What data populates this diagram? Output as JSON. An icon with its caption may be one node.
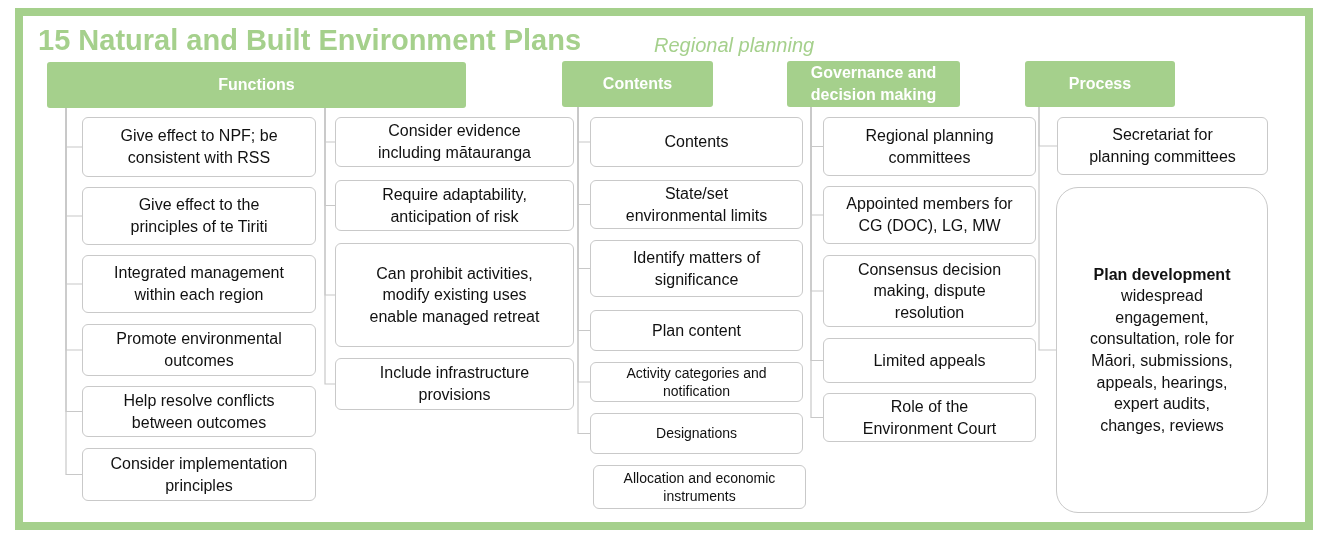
{
  "diagram": {
    "title": "15 Natural and Built Environment Plans",
    "nodes": [
      {
        "text": [
          "Functions"
        ]
      },
      {
        "text": [
          "Give effect to NPF; be consistent with RSS"
        ]
      },
      {
        "text": [
          "Give effect to the principles of te Tiriti"
        ]
      },
      {
        "text": [
          "Integrated management within each region"
        ]
      },
      {
        "text": [
          "Promote environmental outcomes"
        ]
      },
      {
        "text": [
          "Help resolve conflicts between outcomes"
        ]
      },
      {
        "text": [
          "Consider implementation principles"
        ]
      },
      {
        "text": [
          "Consider evidence including mātauranga"
        ]
      },
      {
        "text": [
          "Require adaptability, anticipation of risk"
        ]
      },
      {
        "text": [
          "Can prohibit activities, modify existing uses enable managed retreat"
        ]
      },
      {
        "text": [
          "Include infrastructure provisions"
        ]
      },
      {
        "text": [
          "Contents"
        ]
      },
      {
        "text": [
          "Contents"
        ]
      },
      {
        "text": [
          "State/set environmental limits"
        ]
      },
      {
        "text": [
          "Identify matters of significance"
        ]
      },
      {
        "text": [
          "Plan content"
        ]
      },
      {
        "text": [
          "Activity categories and notification"
        ]
      },
      {
        "text": [
          "Designations"
        ]
      },
      {
        "text": [
          "Allocation and  economic instruments"
        ]
      },
      {
        "text": [
          "Governance and decision making"
        ]
      },
      {
        "text": [
          "Regional planning committees"
        ]
      },
      {
        "text": [
          "Appointed members for CG (DOC), LG, MW"
        ]
      },
      {
        "text": [
          "Consensus decision making, dispute resolution"
        ]
      },
      {
        "text": [
          "Limited appeals"
        ]
      },
      {
        "text": [
          "Role of the Environment Court"
        ]
      },
      {
        "text": [
          "Process"
        ]
      },
      {
        "text": [
          "Secretariat for planning committees"
        ]
      },
      {
        "text": [
          "Plan development",
          "widespread engagement, consultation, role for Māori, submissions, appeals, hearings, expert audits, changes, reviews"
        ]
      }
    ],
    "edges": [
      {
        "from": 0,
        "to": 1,
        "arrow": "none"
      },
      {
        "from": 0,
        "to": 2,
        "arrow": "none"
      },
      {
        "from": 0,
        "to": 3,
        "arrow": "none"
      },
      {
        "from": 0,
        "to": 4,
        "arrow": "none"
      },
      {
        "from": 0,
        "to": 5,
        "arrow": "none"
      },
      {
        "from": 0,
        "to": 6,
        "arrow": "none"
      },
      {
        "from": 0,
        "to": 7,
        "arrow": "none"
      },
      {
        "from": 0,
        "to": 8,
        "arrow": "none"
      },
      {
        "from": 0,
        "to": 9,
        "arrow": "none"
      },
      {
        "from": 0,
        "to": 10,
        "arrow": "none"
      },
      {
        "from": 11,
        "to": 12,
        "arrow": "none"
      },
      {
        "from": 11,
        "to": 13,
        "arrow": "none"
      },
      {
        "from": 11,
        "to": 14,
        "arrow": "none"
      },
      {
        "from": 11,
        "to": 15,
        "arrow": "none"
      },
      {
        "from": 11,
        "to": 16,
        "arrow": "none"
      },
      {
        "from": 11,
        "to": 17,
        "arrow": "none"
      },
      {
        "from": 19,
        "to": 20,
        "arrow": "none"
      },
      {
        "from": 19,
        "to": 21,
        "arrow": "none"
      },
      {
        "from": 19,
        "to": 22,
        "arrow": "none"
      },
      {
        "from": 19,
        "to": 23,
        "arrow": "none"
      },
      {
        "from": 19,
        "to": 24,
        "arrow": "none"
      },
      {
        "from": 25,
        "to": 26,
        "arrow": "none"
      },
      {
        "from": 25,
        "to": 27,
        "arrow": "none"
      }
    ],
    "labels": [
      "Regional planning"
    ]
  }
}
